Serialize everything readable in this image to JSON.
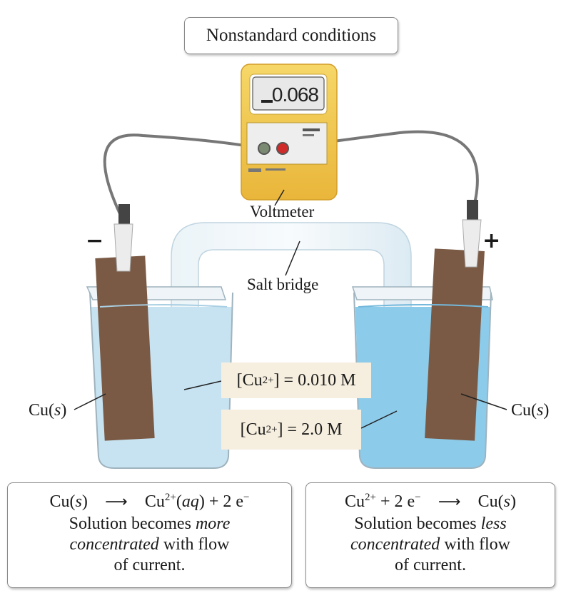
{
  "title": "Nonstandard conditions",
  "voltmeter": {
    "label": "Voltmeter",
    "reading": "0.068"
  },
  "salt_bridge_label": "Salt bridge",
  "anode": {
    "sign": "−",
    "electrode": "Cu(s)",
    "concentration": "[Cu2+] = 0.010 M",
    "reaction_left": "Cu(s)",
    "reaction_right": "Cu2+(aq) + 2 e−",
    "note": "Solution becomes more concentrated with flow of current."
  },
  "cathode": {
    "sign": "+",
    "electrode": "Cu(s)",
    "concentration": "[Cu2+] = 2.0 M",
    "reaction_left": "Cu2+ + 2 e−",
    "reaction_right": "Cu(s)",
    "note": "Solution becomes less concentrated with flow of current."
  },
  "colors": {
    "voltmeter_body": "#f2c94c",
    "solution_left": "#c7e3f2",
    "solution_right": "#8ccbea",
    "electrode": "#7a5a45"
  }
}
